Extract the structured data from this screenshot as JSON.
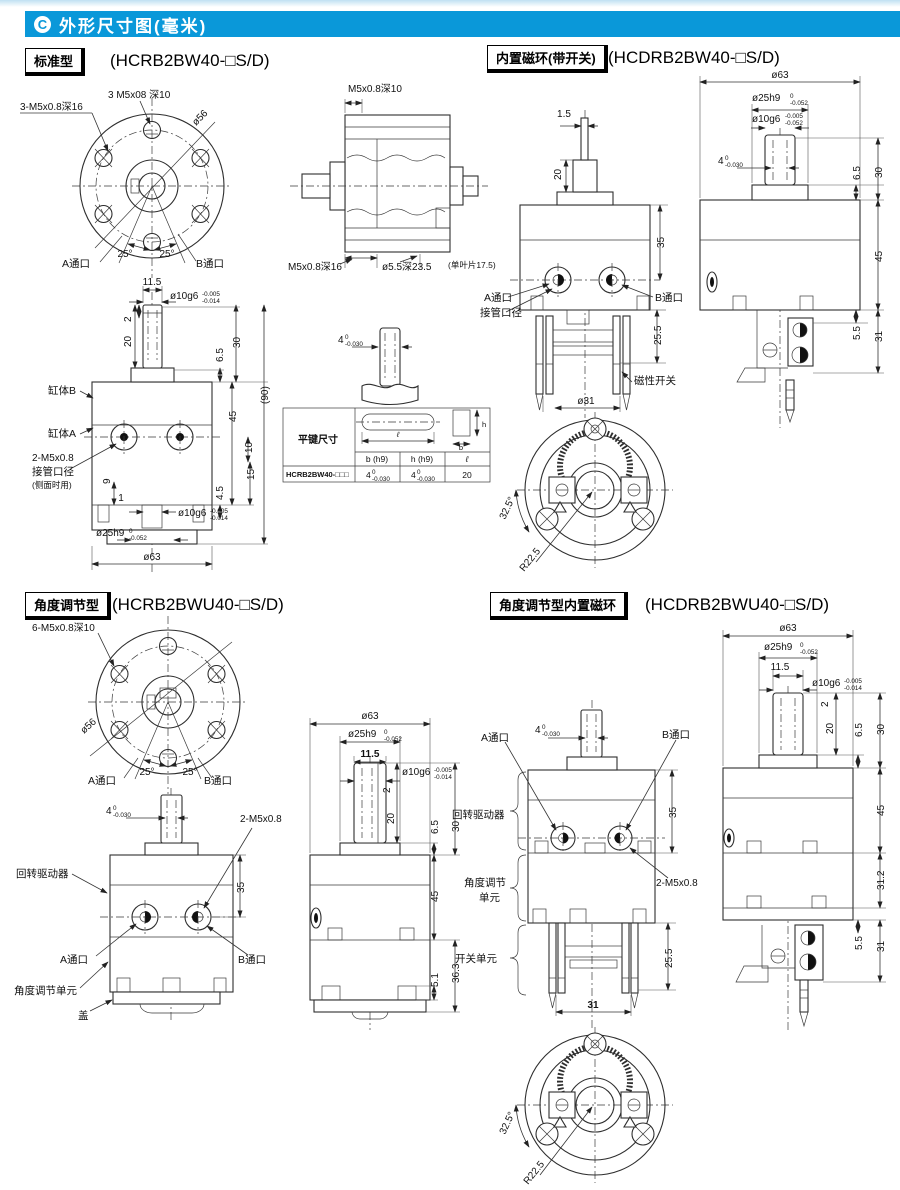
{
  "header": {
    "icon": "C",
    "title": "外形尺寸图(毫米)"
  },
  "sections": {
    "s1": {
      "badge": "标准型",
      "model": "(HCRB2BW40-□S/D)"
    },
    "s2": {
      "badge": "内置磁环(带开关)",
      "model": "(HCDRB2BW40-□S/D)"
    },
    "s3": {
      "badge": "角度调节型",
      "model": "(HCRB2BWU40-□S/D)"
    },
    "s4": {
      "badge": "角度调节型内置磁环",
      "model": "(HCDRB2BWU40-□S/D)"
    }
  },
  "dims": {
    "d63": "ø63",
    "d56": "ø56",
    "d31": "ø31",
    "d25h9": "ø25h9",
    "d10g6": "ø10g6",
    "w11_5": "11.5",
    "n1": "1",
    "n1_5": "1.5",
    "n2": "2",
    "n4": "4",
    "n4_5": "4.5",
    "n5_1": "5.1",
    "n5_5": "5.5",
    "n6_5": "6.5",
    "n9": "9",
    "n10": "10",
    "n15": "15",
    "n20": "20",
    "n25": "25°",
    "n25_5": "25.5",
    "n30": "30",
    "n31": "31",
    "n31_2": "31.2",
    "n32_5": "32.5°",
    "n35": "35",
    "n36_3": "36.3",
    "n45": "45",
    "n90": "(90)",
    "r22_5": "R22.5",
    "m5x08_d10_3": "3 M5x08 深10",
    "m5x08_d16_3": "3-M5x0.8深16",
    "m5x08_d10": "M5x0.8深10",
    "m5x08_d16": "M5x0.8深16",
    "m5x08_d10_6": "6-M5x0.8深10",
    "d5_5deep": "ø5.5深23.5",
    "single_vane": "(单叶片17.5)",
    "m5_2": "2-M5x0.8"
  },
  "tol": {
    "h9": {
      "t": "0",
      "b": "-0.052"
    },
    "g6a": {
      "t": "-0.005",
      "b": "-0.014"
    },
    "g6b": {
      "t": "-0.005",
      "b": "-0.052"
    },
    "k4": {
      "t": "0",
      "b": "-0.030"
    }
  },
  "labels": {
    "portA": "A通口",
    "portB": "B通口",
    "bodyB": "缸体B",
    "bodyA": "缸体A",
    "pipe_port": "接管口径",
    "side_use": "(侧面时用)",
    "mag_switch": "磁性开关",
    "rotary": "回转驱动器",
    "angle_unit1": "角度调节单元",
    "angle_unit_l1": "角度调节",
    "angle_unit_l2": "单元",
    "switch_unit": "开关单元",
    "cover": "盖"
  },
  "key_table": {
    "title": "平键尺寸",
    "len_sym": "ℓ",
    "b_sym": "b",
    "h_sym": "h",
    "col_b": "b (h9)",
    "col_h": "h (h9)",
    "col_l": "ℓ",
    "model": "HCRB2BW40-□□□",
    "b_val": "4",
    "h_val": "4",
    "l_val": "20"
  }
}
